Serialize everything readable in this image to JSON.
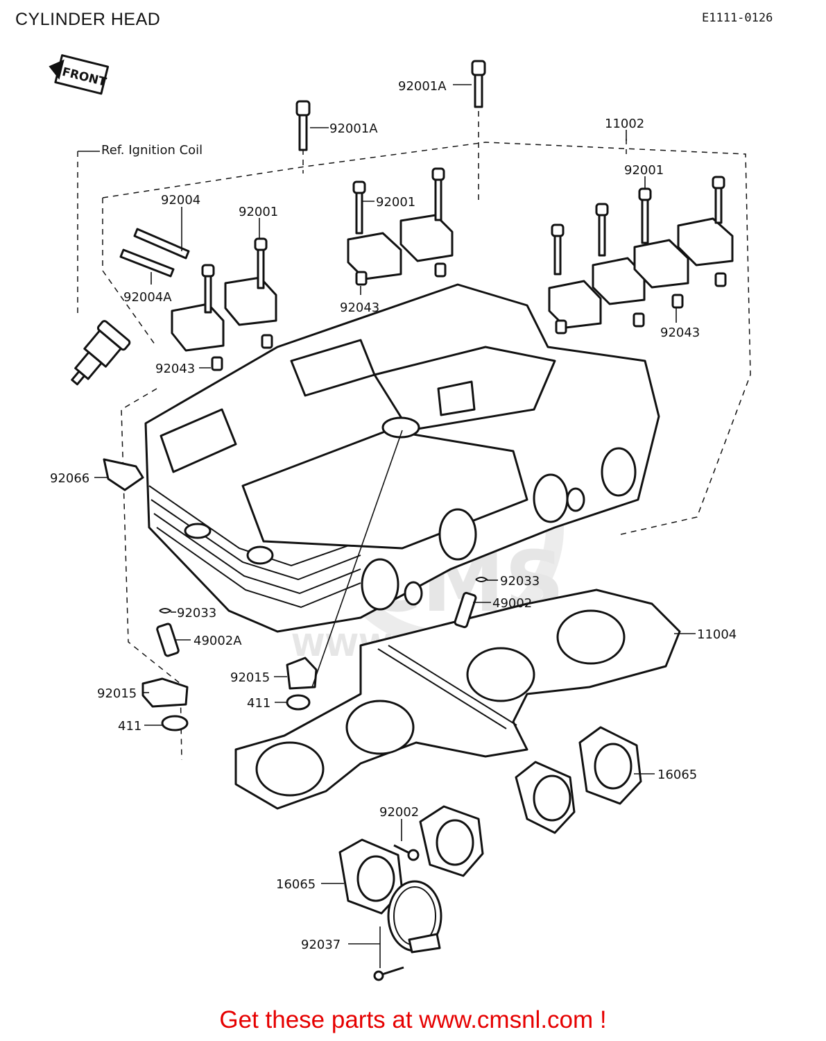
{
  "title": "CYLINDER HEAD",
  "diagram_code": "E1111-0126",
  "front_label": "FRONT",
  "watermark": "CMS",
  "watermark_url": "WWW.CMSNL.COM",
  "callouts": [
    {
      "id": "c-92001a-top",
      "label": "92001A"
    },
    {
      "id": "c-92001a-left",
      "label": "92001A"
    },
    {
      "id": "c-11002",
      "label": "11002"
    },
    {
      "id": "c-ref-ignition",
      "label": "Ref. Ignition Coil"
    },
    {
      "id": "c-92001-right",
      "label": "92001"
    },
    {
      "id": "c-92004",
      "label": "92004"
    },
    {
      "id": "c-92001-left",
      "label": "92001"
    },
    {
      "id": "c-92001-mid",
      "label": "92001"
    },
    {
      "id": "c-92004a",
      "label": "92004A"
    },
    {
      "id": "c-92043-mid",
      "label": "92043"
    },
    {
      "id": "c-92043-right",
      "label": "92043"
    },
    {
      "id": "c-92043-left",
      "label": "92043"
    },
    {
      "id": "c-92066",
      "label": "92066"
    },
    {
      "id": "c-92033-right",
      "label": "92033"
    },
    {
      "id": "c-49002",
      "label": "49002"
    },
    {
      "id": "c-92033-left",
      "label": "92033"
    },
    {
      "id": "c-49002a",
      "label": "49002A"
    },
    {
      "id": "c-11004",
      "label": "11004"
    },
    {
      "id": "c-92015-mid",
      "label": "92015"
    },
    {
      "id": "c-92015-left",
      "label": "92015"
    },
    {
      "id": "c-411-mid",
      "label": "411"
    },
    {
      "id": "c-411-left",
      "label": "411"
    },
    {
      "id": "c-16065-right",
      "label": "16065"
    },
    {
      "id": "c-92002",
      "label": "92002"
    },
    {
      "id": "c-16065-left",
      "label": "16065"
    },
    {
      "id": "c-92037",
      "label": "92037"
    }
  ],
  "ad_text": "Get these parts at www.cmsnl.com !",
  "colors": {
    "ink": "#111111",
    "ad": "#e60000",
    "watermark": "#e6e6e6"
  }
}
